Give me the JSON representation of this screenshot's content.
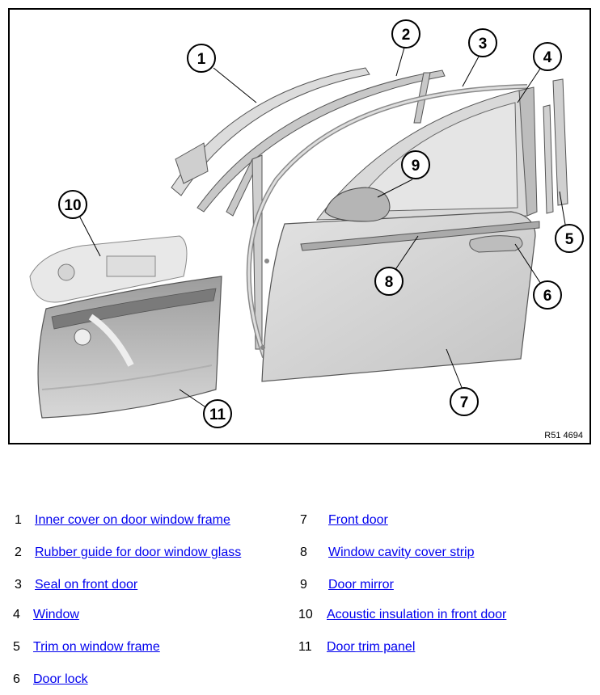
{
  "figure": {
    "reference_code": "R51 4694",
    "callouts": [
      "1",
      "2",
      "3",
      "4",
      "5",
      "6",
      "7",
      "8",
      "9",
      "10",
      "11"
    ]
  },
  "legend": [
    {
      "num": "1",
      "label": "Inner cover on door window frame"
    },
    {
      "num": "2",
      "label": "Rubber guide for door window glass"
    },
    {
      "num": "3",
      "label": "Seal on front door"
    },
    {
      "num": "4",
      "label": "Window"
    },
    {
      "num": "5",
      "label": "Trim on window frame"
    },
    {
      "num": "6",
      "label": "Door lock"
    },
    {
      "num": "7",
      "label": "Front door"
    },
    {
      "num": "8",
      "label": "Window cavity cover strip"
    },
    {
      "num": "9",
      "label": "Door mirror"
    },
    {
      "num": "10",
      "label": "Acoustic insulation in front door"
    },
    {
      "num": "11",
      "label": "Door trim panel"
    }
  ],
  "colors": {
    "link": "#0000ee",
    "part_fill": "#d3d3d3",
    "part_stroke": "#555555"
  }
}
